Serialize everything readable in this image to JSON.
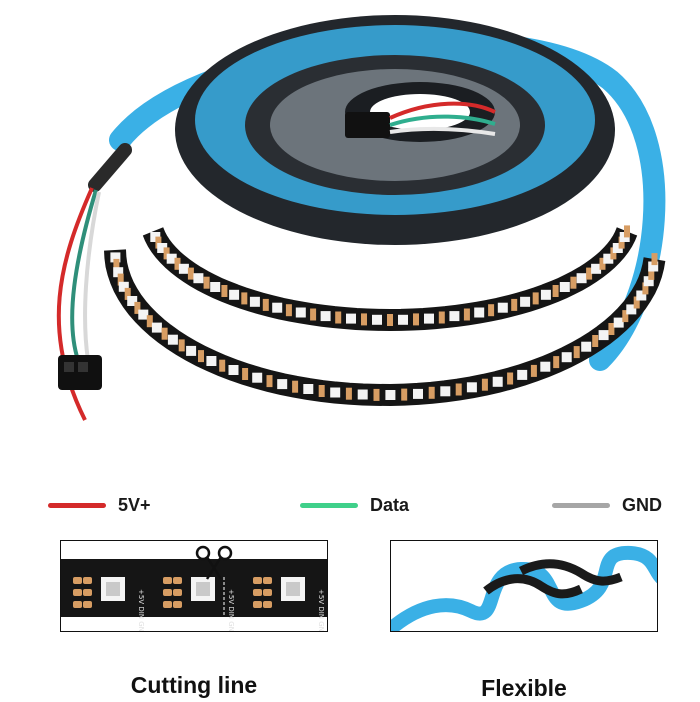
{
  "legend": [
    {
      "label": "5V+",
      "color": "#d42a2a"
    },
    {
      "label": "Data",
      "color": "#3fd08a"
    },
    {
      "label": "GND",
      "color": "#a6a6a6"
    }
  ],
  "panels": {
    "left": {
      "caption": "Cutting line",
      "pad_text": "+5V DIN GND"
    },
    "right": {
      "caption": "Flexible"
    }
  },
  "colors": {
    "strip_pcb": "#151515",
    "led_frame": "#f4f4f4",
    "pad_copper": "#d79d63",
    "reel": "#23272c",
    "backing_tape": "#3ab0e6"
  }
}
